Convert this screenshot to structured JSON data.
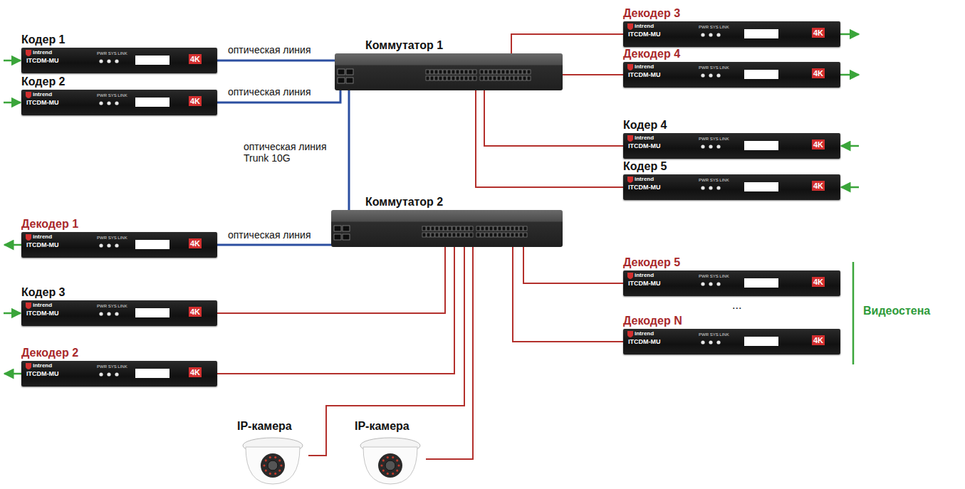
{
  "diagram": {
    "nodes": [
      {
        "text": [
          "Кодер 1",
          "intrend",
          "ITCDM-MU",
          "PWR SYS LINK",
          "4K"
        ]
      },
      {
        "text": [
          "Кодер 2",
          "intrend",
          "ITCDM-MU",
          "PWR SYS LINK",
          "4K"
        ]
      },
      {
        "text": [
          "Коммутатор 1"
        ]
      },
      {
        "text": [
          "Декодер 3",
          "intrend",
          "ITCDM-MU",
          "PWR SYS LINK",
          "4K"
        ]
      },
      {
        "text": [
          "Декодер 4",
          "intrend",
          "ITCDM-MU",
          "PWR SYS LINK",
          "4K"
        ]
      },
      {
        "text": [
          "Кодер 4",
          "intrend",
          "ITCDM-MU",
          "PWR SYS LINK",
          "4K"
        ]
      },
      {
        "text": [
          "Кодер 5",
          "intrend",
          "ITCDM-MU",
          "PWR SYS LINK",
          "4K"
        ]
      },
      {
        "text": [
          "Коммутатор 2"
        ]
      },
      {
        "text": [
          "Декодер 1",
          "intrend",
          "ITCDM-MU",
          "PWR SYS LINK",
          "4K"
        ]
      },
      {
        "text": [
          "Кодер 3",
          "intrend",
          "ITCDM-MU",
          "PWR SYS LINK",
          "4K"
        ]
      },
      {
        "text": [
          "Декодер 2",
          "intrend",
          "ITCDM-MU",
          "PWR SYS LINK",
          "4K"
        ]
      },
      {
        "text": [
          "Декодер 5",
          "intrend",
          "ITCDM-MU",
          "PWR SYS LINK",
          "4K"
        ]
      },
      {
        "text": [
          "Декодер N",
          "intrend",
          "ITCDM-MU",
          "PWR SYS LINK",
          "4K"
        ]
      },
      {
        "text": [
          "IP-камера"
        ]
      },
      {
        "text": [
          "IP-камера"
        ]
      }
    ],
    "edges": [
      {
        "from": 2,
        "to": 0,
        "arrow": "none",
        "label": "оптическая линия"
      },
      {
        "from": 2,
        "to": 1,
        "arrow": "none",
        "label": "оптическая линия"
      },
      {
        "from": 2,
        "to": 3,
        "arrow": "none"
      },
      {
        "from": 2,
        "to": 4,
        "arrow": "none"
      },
      {
        "from": 2,
        "to": 5,
        "arrow": "none"
      },
      {
        "from": 2,
        "to": 6,
        "arrow": "none"
      },
      {
        "from": 2,
        "to": 7,
        "arrow": "none",
        "label": "оптическая линия Trunk 10G"
      },
      {
        "from": 7,
        "to": 8,
        "arrow": "none",
        "label": "оптическая линия"
      },
      {
        "from": 7,
        "to": 9,
        "arrow": "none"
      },
      {
        "from": 7,
        "to": 10,
        "arrow": "none"
      },
      {
        "from": 7,
        "to": 11,
        "arrow": "none"
      },
      {
        "from": 7,
        "to": 12,
        "arrow": "none"
      },
      {
        "from": 7,
        "to": 13,
        "arrow": "none"
      },
      {
        "from": 7,
        "to": 14,
        "arrow": "none"
      }
    ],
    "labels": [
      "...",
      "Видеостена"
    ]
  }
}
